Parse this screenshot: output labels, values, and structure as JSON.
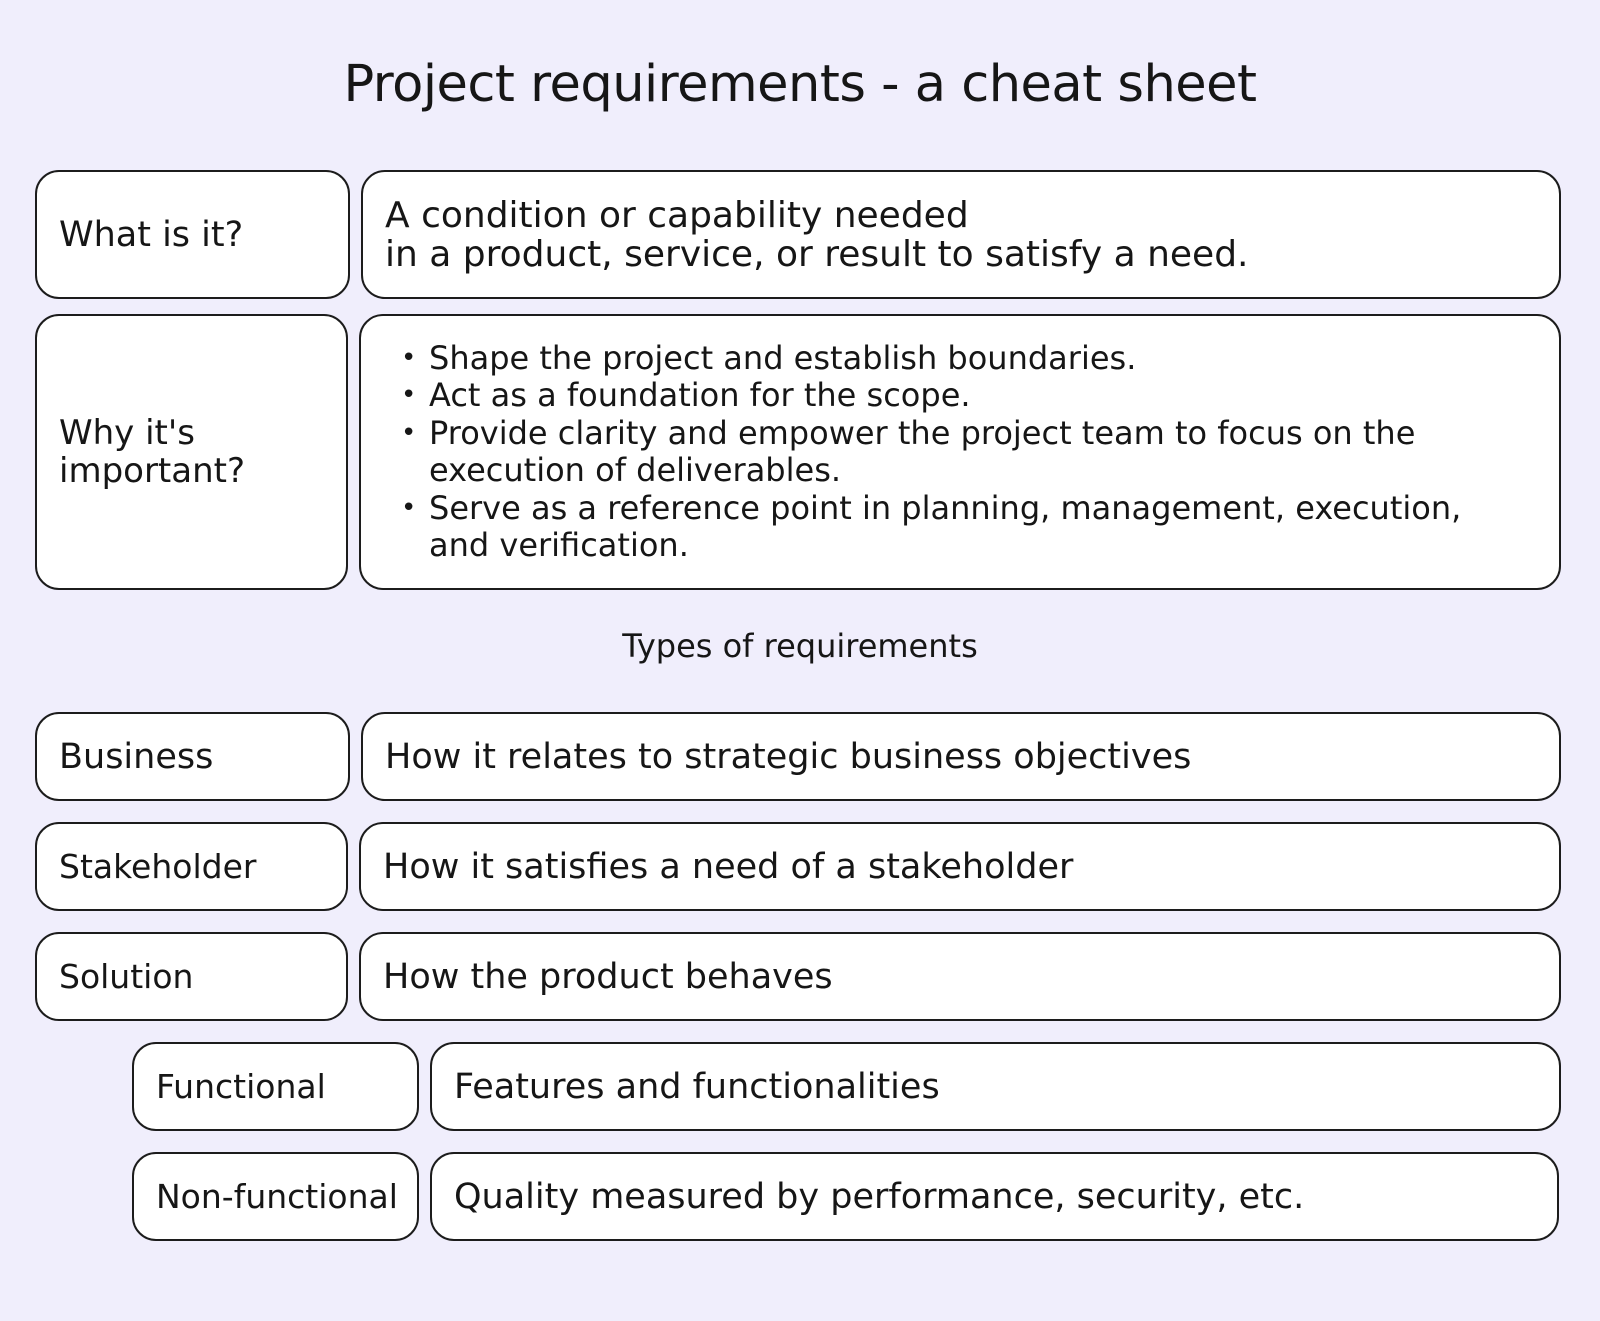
{
  "title": "Project requirements - a cheat sheet",
  "definition": {
    "label": "What is it?",
    "lines": [
      "A condition or capability needed",
      "in a product, service, or result to satisfy a need."
    ]
  },
  "importance": {
    "label_lines": [
      "Why it's",
      "important?"
    ],
    "bullets": [
      "Shape the project and establish boundaries.",
      "Act as a foundation for the scope.",
      "Provide clarity and empower the project team to focus on the execution of deliverables.",
      "Serve as a reference point in planning, management, execution, and verification."
    ]
  },
  "types_heading": "Types of requirements",
  "types": [
    {
      "label": "Business",
      "description": "How it relates to strategic business objectives"
    },
    {
      "label": "Stakeholder",
      "description": "How it satisfies a need of a stakeholder"
    },
    {
      "label": "Solution",
      "description": "How the product behaves"
    },
    {
      "label": "Functional",
      "description": "Features and functionalities"
    },
    {
      "label": "Non-functional",
      "description": "Quality measured by performance, security, etc."
    }
  ]
}
